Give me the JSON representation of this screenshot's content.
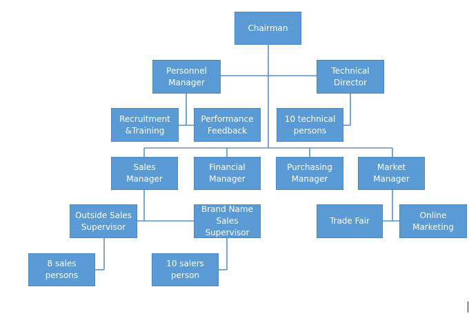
{
  "org_chart": {
    "chairman": "Chairman",
    "personnel_manager": "Personnel\nManager",
    "technical_director": "Technical\nDirector",
    "recruitment_training": "Recruitment\n&Training",
    "performance_feedback": "Performance\nFeedback",
    "technical_persons": "10 technical\npersons",
    "sales_manager": "Sales Manager",
    "financial_manager": "Financial\nManager",
    "purchasing_manager": "Purchasing\nManager",
    "market_manager": "Market\nManager",
    "outside_sales_supervisor": "Outside Sales\nSupervisor",
    "brand_name_sales_supervisor": "Brand Name\nSales Supervisor",
    "trade_fair": "Trade Fair",
    "online_marketing": "Online\nMarketing",
    "sales_persons": "8 sales persons",
    "salers_person": "10 salers person"
  },
  "colors": {
    "box_fill": "#5b9bd5",
    "connector": "#5b8fc7"
  }
}
